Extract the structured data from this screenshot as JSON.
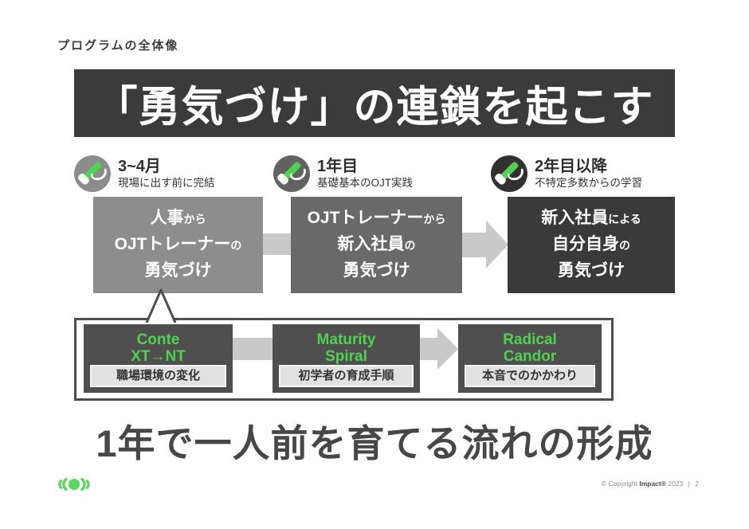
{
  "page": {
    "kicker": "プログラムの全体像",
    "banner": "「勇気づけ」の連鎖を起こす",
    "headline": "1年で一人前を育てる流れの形成"
  },
  "phases": [
    {
      "title": "3~4月",
      "subtitle": "現場に出す前に完結",
      "icon": "handshake-icon",
      "circle_color": "#8c8c8c"
    },
    {
      "title": "1年目",
      "subtitle": "基礎基本のOJT実践",
      "icon": "handshake-icon",
      "circle_color": "#626262"
    },
    {
      "title": "2年目以降",
      "subtitle": "不特定多数からの学習",
      "icon": "handshake-icon",
      "circle_color": "#313131"
    }
  ],
  "flow_boxes": [
    {
      "bg": "#8d8d8d",
      "lines": [
        {
          "main": "人事",
          "suffix": "から"
        },
        {
          "main": "OJTトレーナー",
          "suffix": "の"
        },
        {
          "main": "勇気づけ"
        }
      ]
    },
    {
      "bg": "#696969",
      "lines": [
        {
          "main": "OJTトレーナー",
          "suffix": "から"
        },
        {
          "main": "新入社員",
          "suffix": "の"
        },
        {
          "main": "勇気づけ"
        }
      ]
    },
    {
      "bg": "#3a3a3a",
      "lines": [
        {
          "main": "新入社員",
          "suffix": "による"
        },
        {
          "main": "自分自身",
          "suffix": "の"
        },
        {
          "main": "勇気づけ"
        }
      ]
    }
  ],
  "methods": [
    {
      "title_line1": "Conte",
      "title_line2": "XT→NT",
      "label": "職場環境の変化"
    },
    {
      "title_line1": "Maturity",
      "title_line2": "Spiral",
      "label": "初学者の育成手順"
    },
    {
      "title_line1": "Radical",
      "title_line2": "Candor",
      "label": "本音でのかかわり"
    }
  ],
  "footer": {
    "logo": "impact-logo",
    "copyright_prefix": "© Copyright",
    "brand": "Impact®",
    "year": "2023",
    "separator": "|",
    "page_number": "2"
  },
  "colors": {
    "accent_green": "#50d250",
    "logo_green": "#5ad65a",
    "banner_bg": "#3b3b3b",
    "arrow_gray": "#c9c9c9",
    "method_box_bg": "#4f4f4f",
    "label_bg": "#e1e1e1",
    "container_border": "#4e4e4e"
  }
}
